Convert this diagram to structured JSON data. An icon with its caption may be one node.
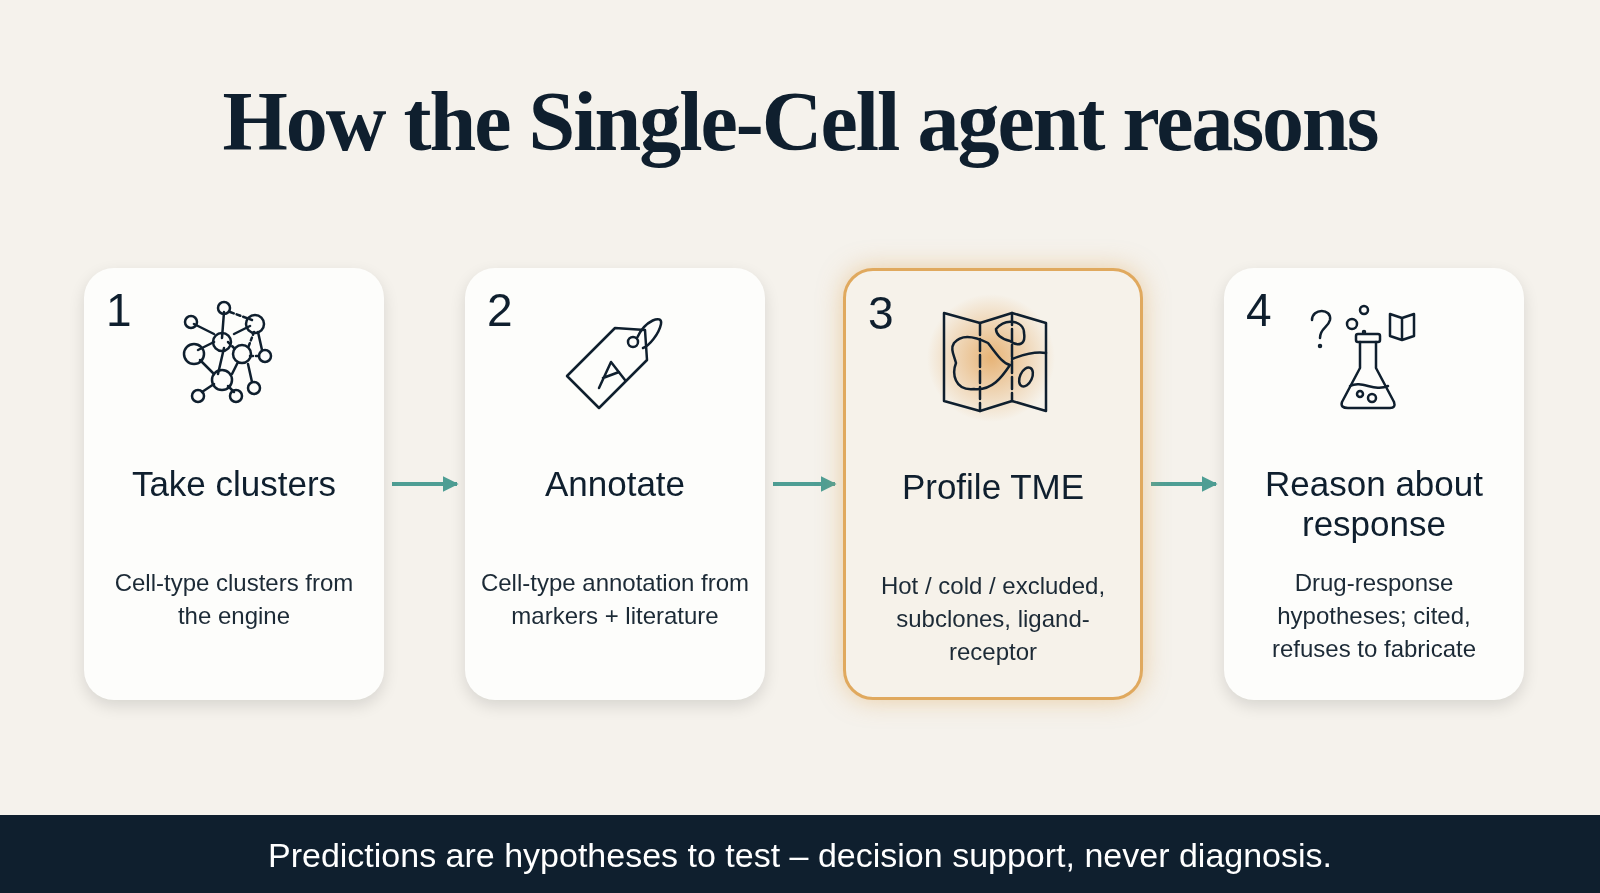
{
  "diagram": {
    "title": "How the Single-Cell agent reasons",
    "nodes": [
      {
        "text": [
          "1",
          "Take clusters",
          "Cell-type clusters from the engine"
        ]
      },
      {
        "text": [
          "2",
          "Annotate",
          "Cell-type annotation from markers + literature"
        ]
      },
      {
        "text": [
          "3",
          "Profile TME",
          "Hot / cold / excluded, subclones, ligand-receptor"
        ]
      },
      {
        "text": [
          "4",
          "Reason about response",
          "Drug-response hypotheses; cited, refuses to fabricate"
        ]
      }
    ],
    "edges": [
      {
        "from": 0,
        "to": 1,
        "arrow": "to"
      },
      {
        "from": 1,
        "to": 2,
        "arrow": "to"
      },
      {
        "from": 2,
        "to": 3,
        "arrow": "to"
      }
    ],
    "labels": [
      "Predictions are hypotheses to test – decision support, never diagnosis."
    ]
  }
}
